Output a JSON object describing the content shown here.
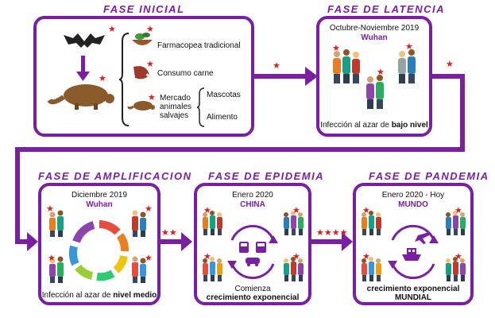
{
  "phases": {
    "inicial": {
      "title": "FASE INICIAL",
      "items": [
        "Farmacopea tradicional",
        "Consumo carne"
      ],
      "market": {
        "label_lines": [
          "Mercado",
          "animales",
          "salvajes"
        ],
        "uses": [
          "Mascotas",
          "Alimento"
        ]
      }
    },
    "latencia": {
      "title": "FASE DE LATENCIA",
      "date": "Octubre-Noviembre 2019",
      "place": "Wuhan",
      "caption_prefix": "Infección al azar de ",
      "caption_bold": "bajo nivel"
    },
    "amplificacion": {
      "title": "FASE DE AMPLIFICACION",
      "date": "Diciembre 2019",
      "place": "Wuhan",
      "caption_prefix": "Infección al azar de ",
      "caption_bold": "nivel medio"
    },
    "epidemia": {
      "title": "FASE DE EPIDEMIA",
      "date": "Enero 2020",
      "place": "CHINA",
      "caption_line1": "Comienza",
      "caption_line2": "crecimiento exponencial"
    },
    "pandemia": {
      "title": "FASE DE PANDEMIA",
      "date": "Enero 2020 - Hoy",
      "place": "MUNDO",
      "caption_line1": "crecimiento exponencial",
      "caption_line2": "MUNDIAL"
    }
  },
  "arrow_labels": {
    "to_latencia": "★",
    "to_amplificacion": "★",
    "to_epidemia": "★★",
    "to_pandemia": "★★★★"
  },
  "colors": {
    "accent": "#7a1fa2",
    "star": "#e41b17"
  }
}
